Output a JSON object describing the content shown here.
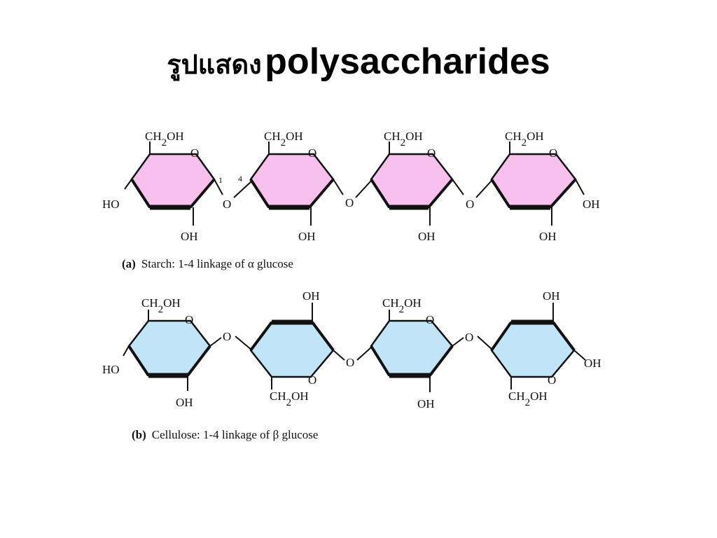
{
  "title": {
    "thai": "รูปแสดง",
    "latin": "polysaccharides"
  },
  "colors": {
    "starch_fill": "#f8c0ec",
    "cellulose_fill": "#c2e4f8",
    "line": "#111111"
  },
  "labels": {
    "ch2oh_prefix": "CH",
    "ch2oh_sub": "2",
    "ch2oh_suffix": "OH",
    "oh": "OH",
    "ho": "HO",
    "o": "O",
    "num1": "1",
    "num4": "4"
  },
  "captions": {
    "starch_tag": "(a)",
    "starch_text": "Starch: 1-4 linkage of α glucose",
    "cellulose_tag": "(b)",
    "cellulose_text": "Cellulose: 1-4 linkage of β glucose"
  }
}
